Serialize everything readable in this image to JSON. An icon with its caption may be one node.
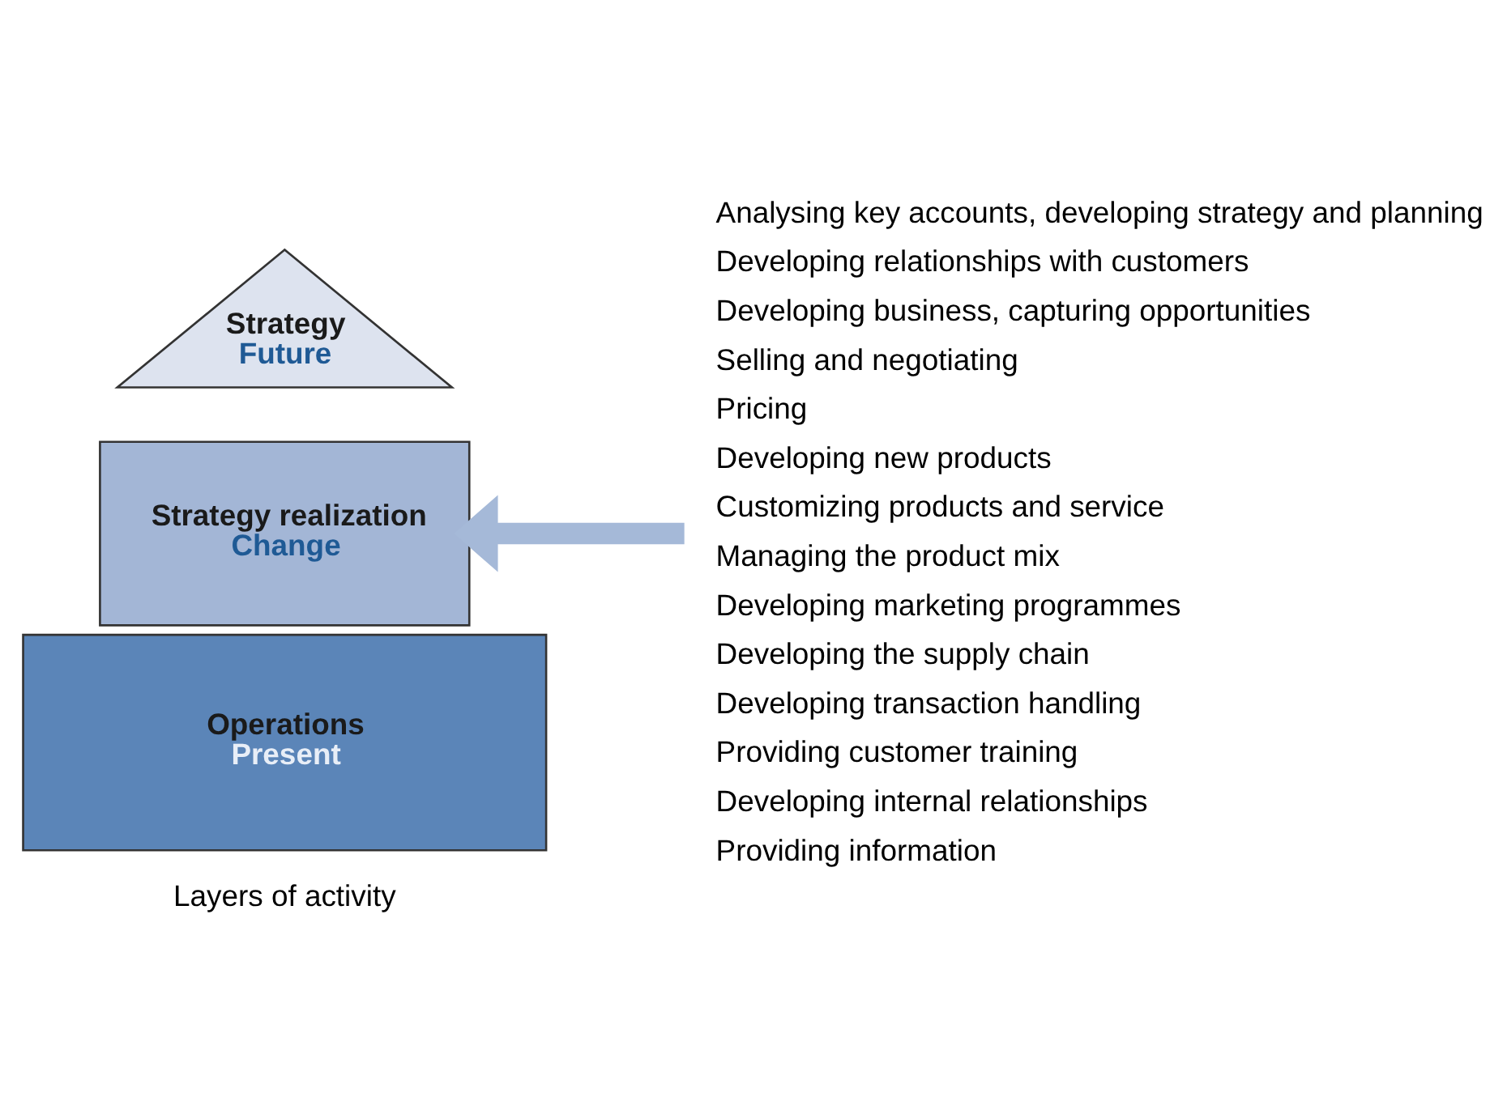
{
  "diagram": {
    "nodes": [
      {
        "text": [
          "Strategy",
          "Future"
        ]
      },
      {
        "text": [
          "Strategy realization",
          "Change"
        ]
      },
      {
        "text": [
          "Operations",
          "Present"
        ]
      },
      {
        "text": [
          "Analysing key accounts, developing strategy and planning",
          "Developing relationships with customers",
          "Developing business, capturing opportunities",
          "Selling and negotiating",
          "Pricing",
          "Developing new products",
          "Customizing products and service",
          "Managing the product mix",
          "Developing marketing programmes",
          "Developing the supply chain",
          "Developing transaction handling",
          "Providing customer training",
          "Developing internal relationships",
          "Providing information"
        ]
      }
    ],
    "edges": [
      {
        "from": 3,
        "to": 1,
        "arrow": "to",
        "color": "#a5b9d8"
      }
    ],
    "labels": [
      "Layers of activity"
    ]
  }
}
